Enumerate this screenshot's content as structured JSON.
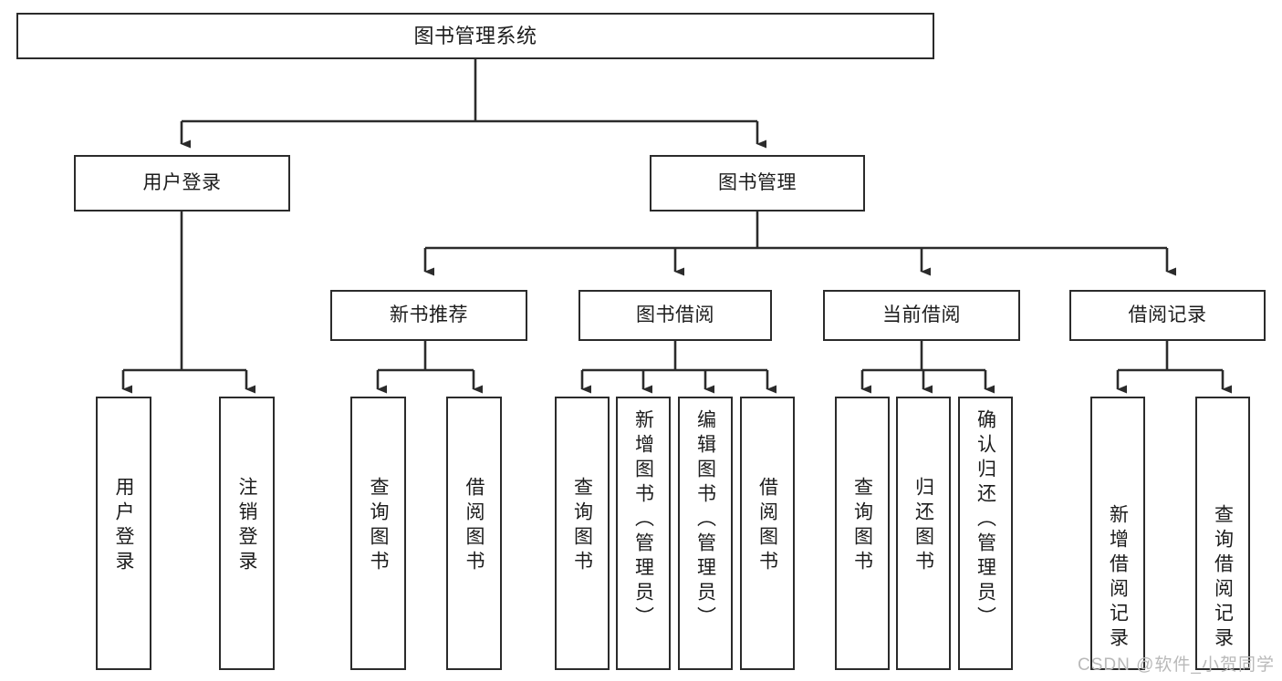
{
  "diagram": {
    "title": "图书管理系统",
    "type": "hierarchy-tree",
    "watermark": "CSDN @软件_小贺同学",
    "colors": {
      "box_border": "#2b2b2b",
      "box_fill": "#ffffff",
      "edge": "#2b2b2b",
      "text": "#1c1c1c",
      "watermark": "#b9b9b9",
      "background": "#ffffff"
    },
    "root": {
      "label": "图书管理系统"
    },
    "level2": [
      {
        "label": "用户登录"
      },
      {
        "label": "图书管理"
      }
    ],
    "level3": [
      {
        "label": "新书推荐"
      },
      {
        "label": "图书借阅"
      },
      {
        "label": "当前借阅"
      },
      {
        "label": "借阅记录"
      }
    ],
    "leaves": {
      "user_login": [
        {
          "label": "用户登录"
        },
        {
          "label": "注销登录"
        }
      ],
      "new_book": [
        {
          "label": "查询图书"
        },
        {
          "label": "借阅图书"
        }
      ],
      "borrow": [
        {
          "label": "查询图书"
        },
        {
          "label": "新增图书（管理员）"
        },
        {
          "label": "编辑图书（管理员）"
        },
        {
          "label": "借阅图书"
        }
      ],
      "current": [
        {
          "label": "查询图书"
        },
        {
          "label": "归还图书"
        },
        {
          "label": "确认归还（管理员）"
        }
      ],
      "records": [
        {
          "label": "新增借阅记录"
        },
        {
          "label": "查询借阅记录"
        }
      ]
    }
  }
}
